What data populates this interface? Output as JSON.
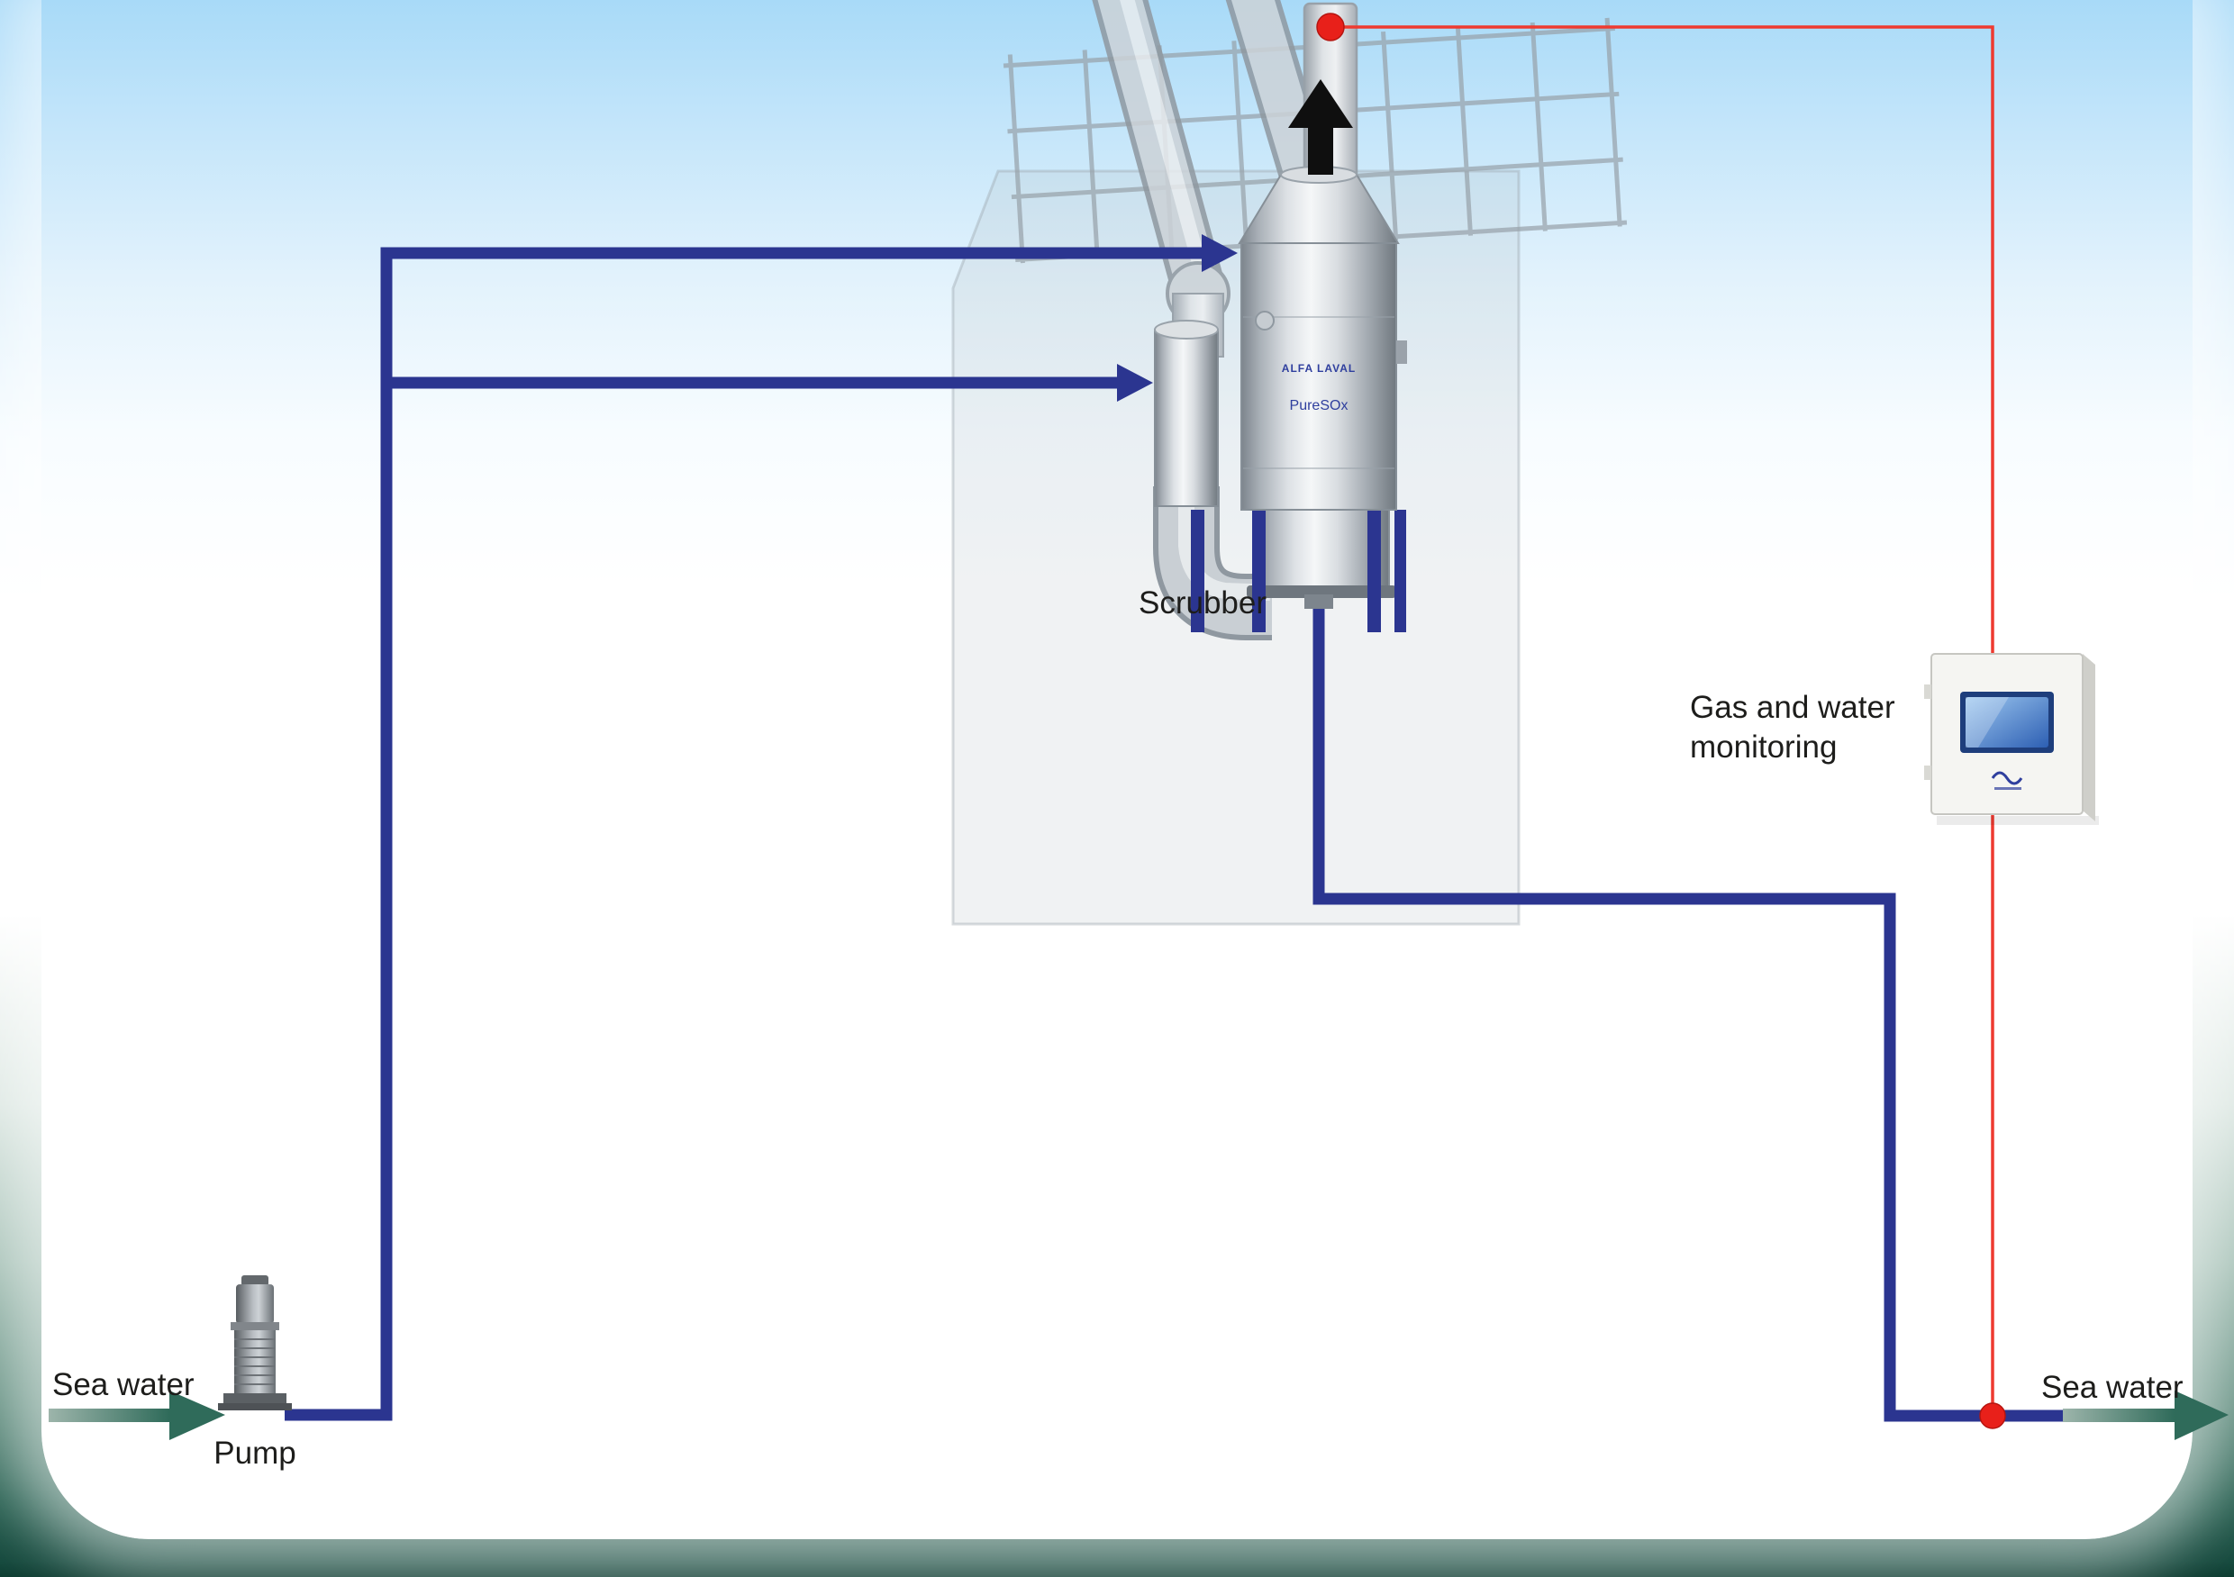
{
  "labels": {
    "scrubber": "Scrubber",
    "monitoring": "Gas and water monitoring",
    "pump": "Pump",
    "sea_water_in": "Sea water",
    "sea_water_out": "Sea water"
  },
  "equipment": {
    "scrubber_brand": "ALFA LAVAL",
    "scrubber_model": "PureSOx"
  },
  "colors": {
    "pipe_blue": "#2b3590",
    "signal_red": "#ee3a30",
    "marker_red": "#e8201a",
    "sea_arrow_teal": "#2f6b5a",
    "exhaust_arrow_black": "#0f0f0f",
    "sky_blue_top": "#a8daf8",
    "sea_green_bottom": "#15493d",
    "metal_grey": "#c9cfd4"
  }
}
